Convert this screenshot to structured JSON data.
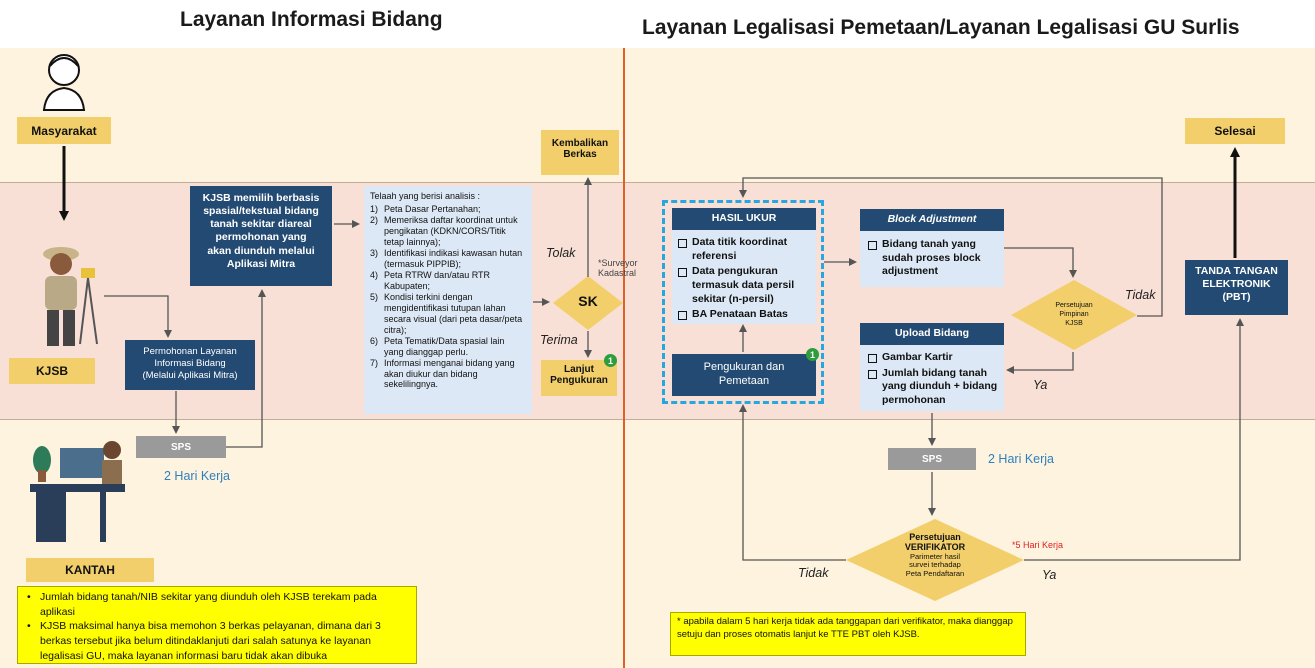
{
  "titles": {
    "left": "Layanan Informasi Bidang",
    "right": "Layanan Legalisasi Pemetaan/Layanan Legalisasi GU Surlis"
  },
  "lanes": {
    "masyarakat": "Masyarakat",
    "kjsb": "KJSB",
    "kantah": "KANTAH"
  },
  "nodes": {
    "permohonan": [
      "Permohonan Layanan",
      "Informasi Bidang",
      "(Melalui Aplikasi Mitra)"
    ],
    "kjsb_memilih": [
      "KJSB memilih berbasis",
      "spasial/tekstual bidang",
      "tanah sekitar diareal",
      "permohonan  yang",
      "akan diunduh melalui",
      "Aplikasi Mitra"
    ],
    "sps_left": "SPS",
    "hari_kerja_left": "2 Hari Kerja",
    "telaah_title": "Telaah yang berisi analisis :",
    "telaah_items": [
      "Peta Dasar Pertanahan;",
      "Memeriksa daftar koordinat untuk pengikatan (KDKN/CORS/Titik tetap lainnya);",
      "Identifikasi indikasi kawasan hutan (termasuk PIPPIB);",
      "Peta RTRW dan/atau RTR Kabupaten;",
      "Kondisi terkini dengan mengidentifikasi tutupan lahan secara visual (dari peta dasar/peta citra);",
      "Peta Tematik/Data spasial lain yang dianggap perlu.",
      "Informasi menganai bidang yang akan diukur dan bidang sekelilingnya."
    ],
    "telaah_nums": [
      "1)",
      "2)",
      "3)",
      "4)",
      "5)",
      "6)",
      "7)"
    ],
    "kembalikan": [
      "Kembalikan",
      "Berkas"
    ],
    "sk": "SK",
    "tolak": "Tolak",
    "terima": "Terima",
    "surveyor": [
      "*Surveyor",
      "Kadastral"
    ],
    "lanjut": [
      "Lanjut",
      "Pengukuran"
    ],
    "badge": "1",
    "hasil_ukur_title": "HASIL UKUR",
    "hasil_ukur_items": [
      "Data titik koordinat referensi",
      "Data pengukuran termasuk data persil sekitar (n-persil)",
      "BA Penataan Batas"
    ],
    "pengukuran": [
      "Pengukuran dan",
      "Pemetaan"
    ],
    "block_title": "Block Adjustment",
    "block_items": [
      "Bidang tanah yang sudah proses block adjustment"
    ],
    "persetujuan_pimpinan": [
      "Persetujuan",
      "Pimpinan",
      "KJSB"
    ],
    "tidak_right": "Tidak",
    "ya_upper": "Ya",
    "upload_title": "Upload Bidang",
    "upload_items": [
      "Gambar Kartir",
      "Jumlah bidang tanah yang diunduh + bidang permohonan"
    ],
    "sps_right": "SPS",
    "hari_kerja_right": "2 Hari Kerja",
    "verifikator": [
      "Persetujuan",
      "VERIFIKATOR",
      "Parimeter hasil",
      "survei terhadap",
      "Peta Pendaftaran"
    ],
    "lima_hari": "*5 Hari Kerja",
    "tidak_bottom": "Tidak",
    "ya_bottom": "Ya",
    "selesai": "Selesai",
    "tte": [
      "TANDA TANGAN",
      "ELEKTRONIK",
      "(PBT)"
    ]
  },
  "notes": {
    "left": [
      "Jumlah bidang tanah/NIB sekitar yang diunduh oleh KJSB terekam pada aplikasi",
      "KJSB maksimal hanya bisa memohon 3 berkas pelayanan, dimana dari 3 berkas tersebut jika belum ditindaklanjuti dari salah satunya ke layanan legalisasi GU, maka layanan informasi baru tidak akan dibuka"
    ],
    "right": "* apabila dalam 5 hari kerja tidak ada tanggapan dari verifikator, maka dianggap setuju dan proses otomatis lanjut ke TTE PBT oleh KJSB."
  },
  "colors": {
    "band_top": "#fdf3de",
    "band_mid": "#f8e0d6",
    "band_bottom": "#fdf3de",
    "gold": "#f2cf6a",
    "navy": "#234a72",
    "lightblue": "#dce8f5",
    "divider": "#e0602a",
    "dashed": "#27a6e0"
  }
}
